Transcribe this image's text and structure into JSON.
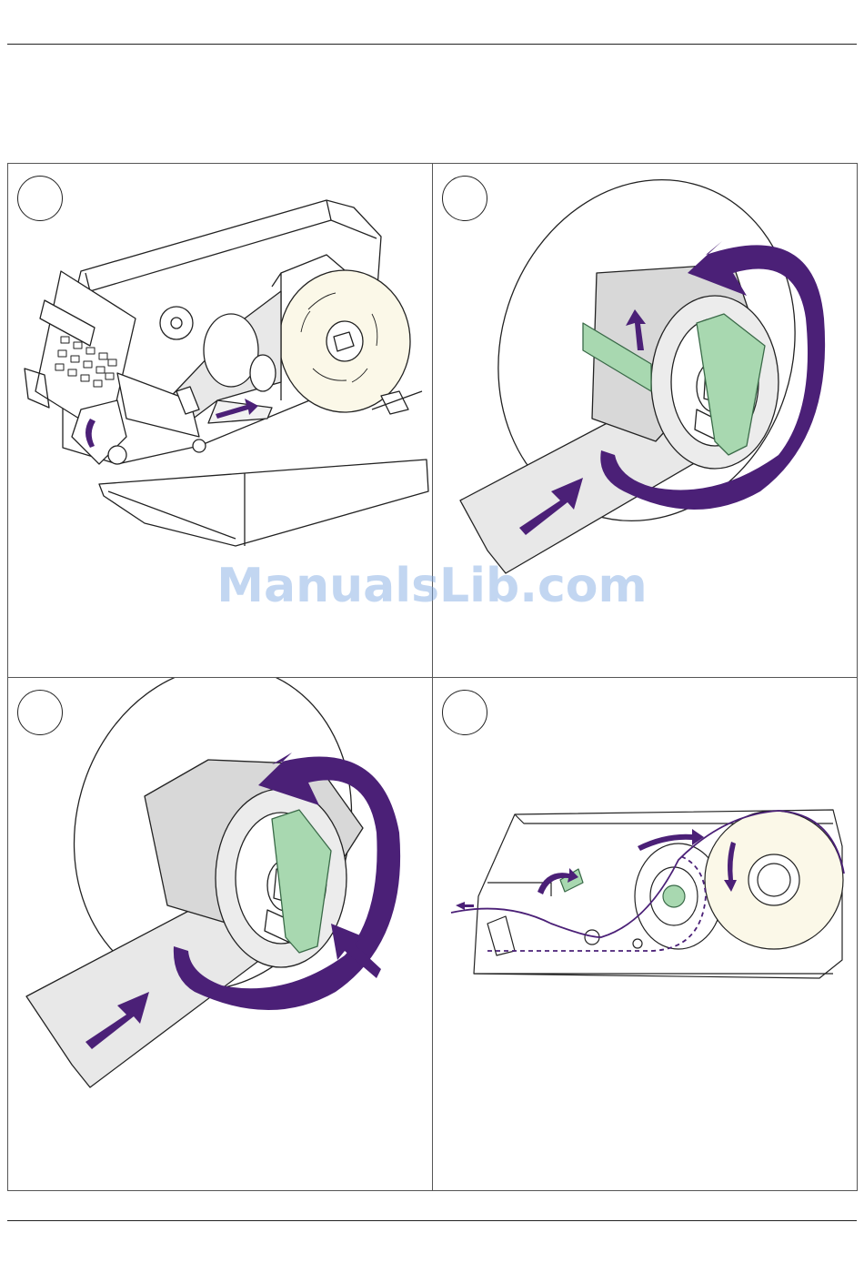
{
  "watermark": {
    "text": "ManualsLib.com"
  },
  "panels": [
    {
      "name": "panel-1",
      "illustration": "printer-media-loading"
    },
    {
      "name": "panel-2",
      "illustration": "media-roll-rotate"
    },
    {
      "name": "panel-3",
      "illustration": "media-roll-push-lock"
    },
    {
      "name": "panel-4",
      "illustration": "media-path-side-view"
    }
  ],
  "colors": {
    "arrow": "#4b2077",
    "clip": "#a8d8b0",
    "clip_stroke": "#3a6a48",
    "media": "#e8e8e8",
    "roll_face": "#fbf8e8",
    "line": "#222222"
  }
}
